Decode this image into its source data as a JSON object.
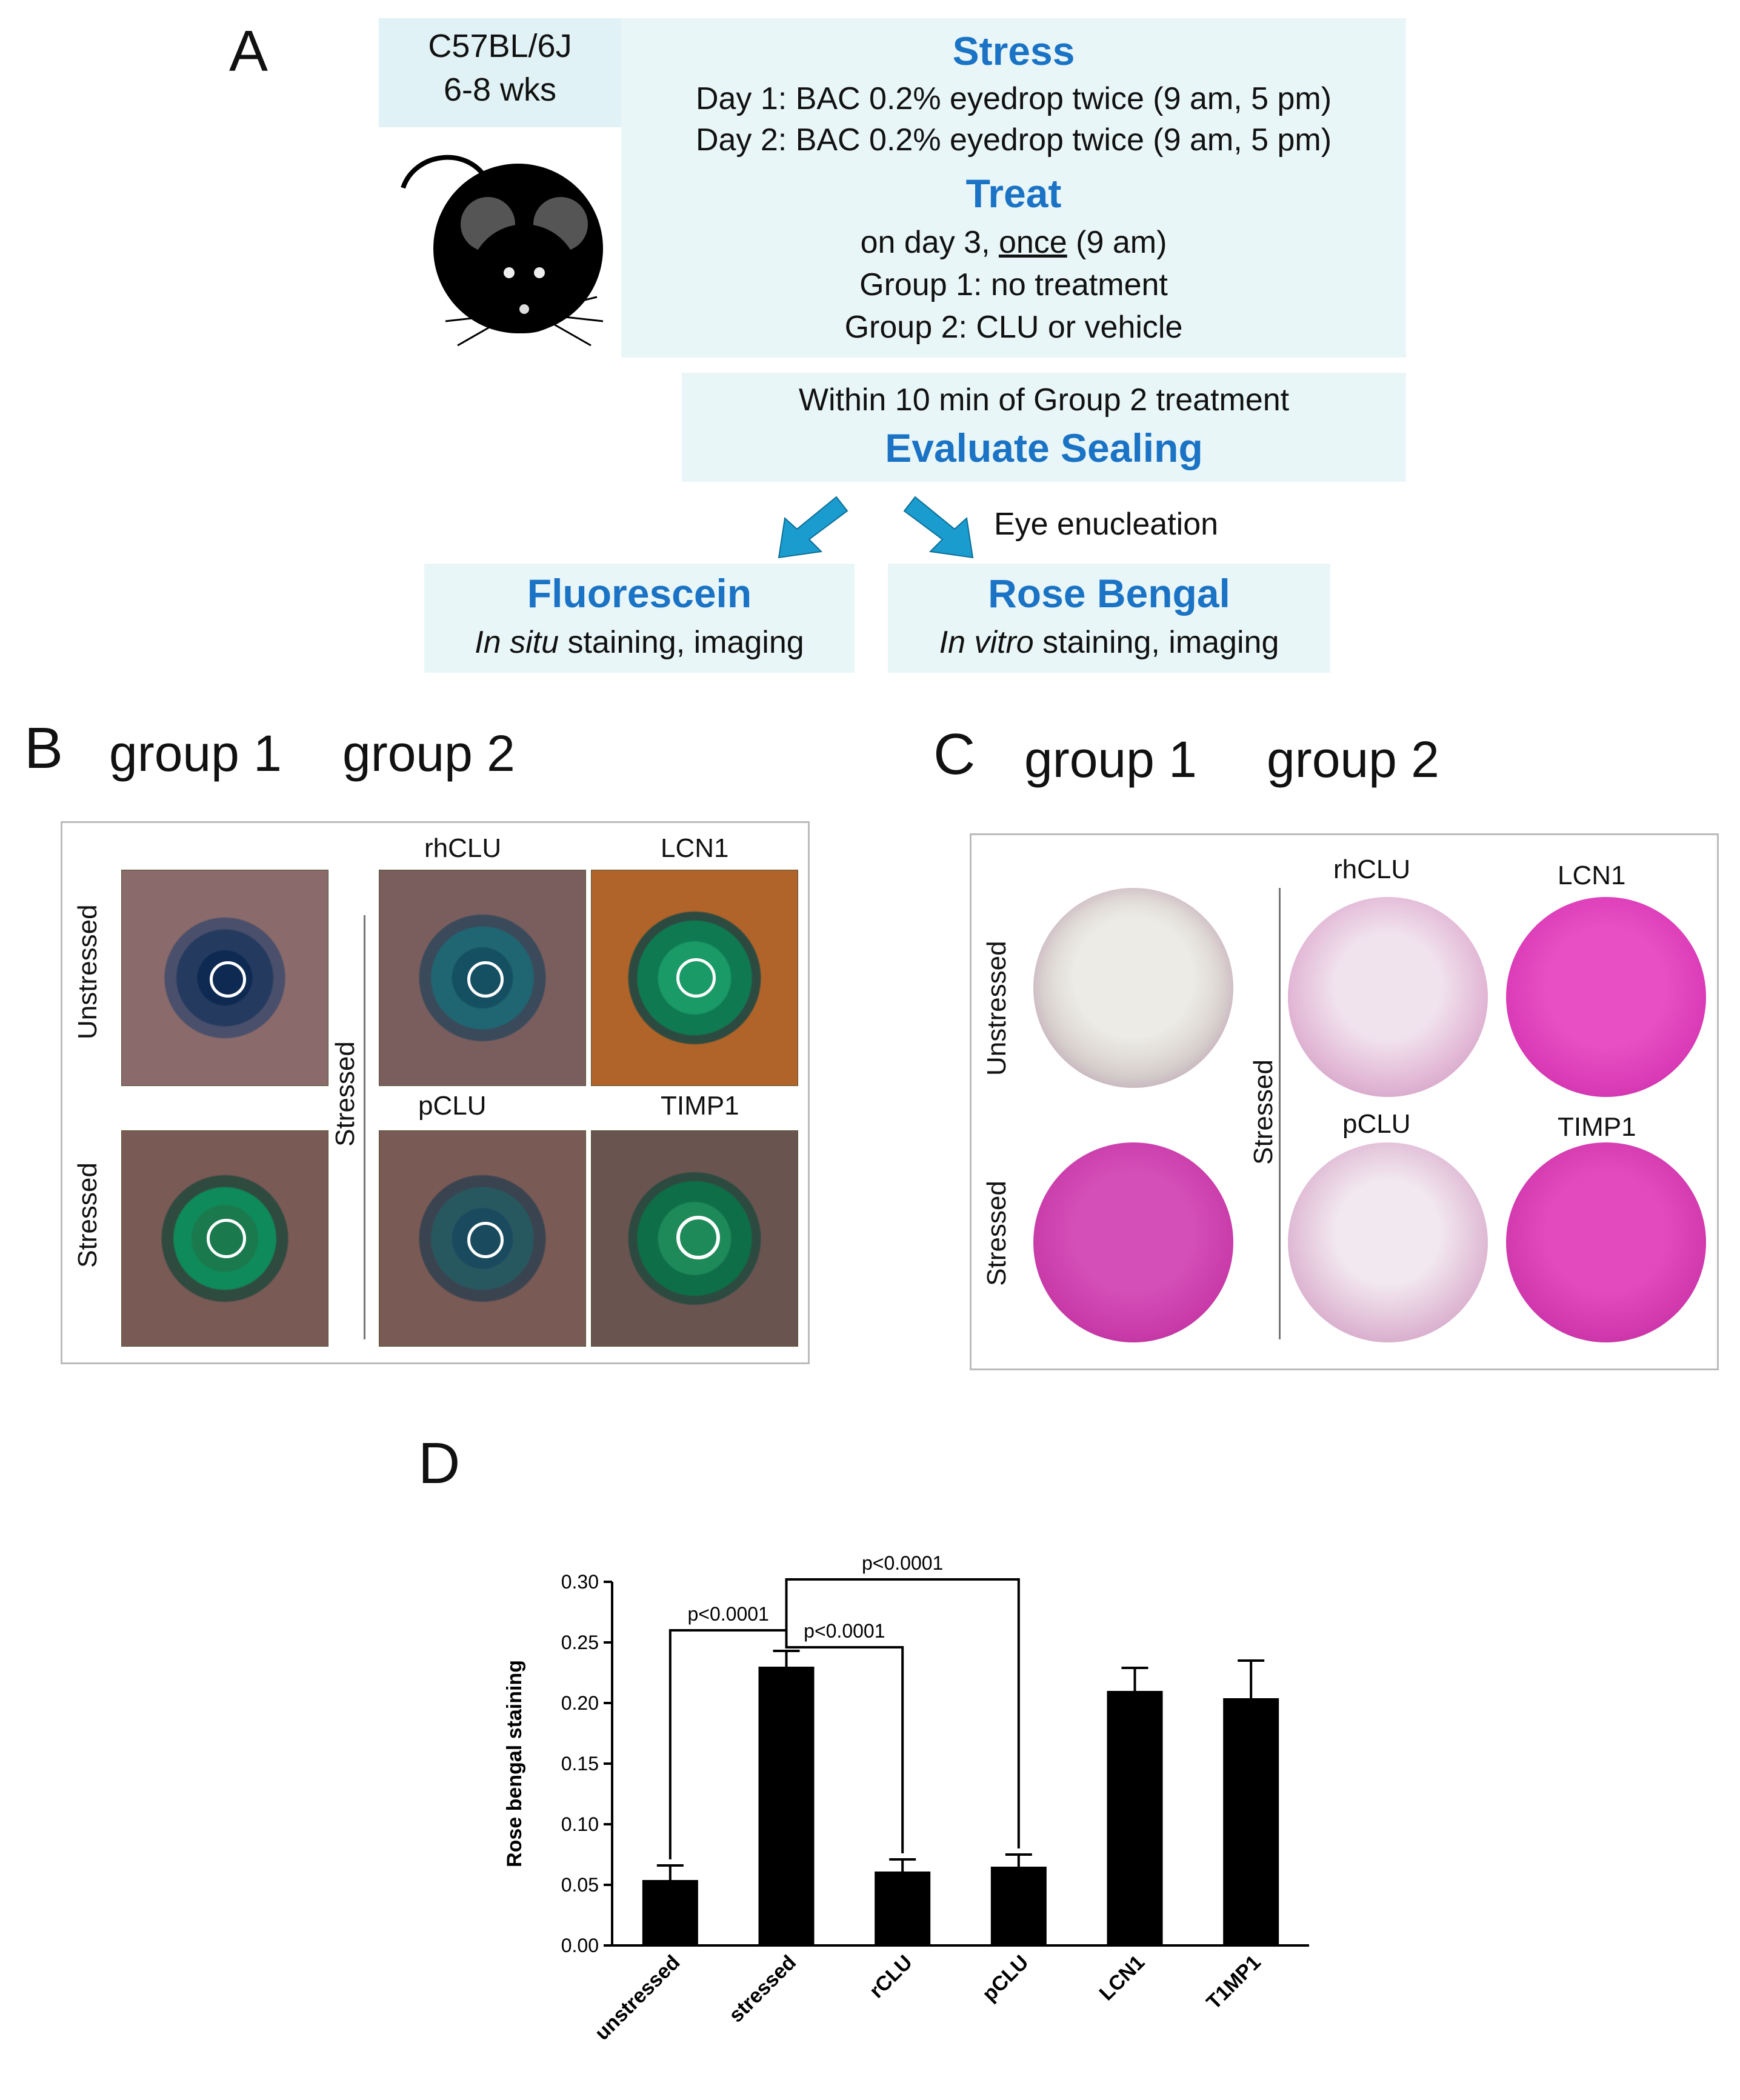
{
  "panelA": {
    "letter": "A",
    "mouse_box": {
      "line1": "C57BL/6J",
      "line2": "6-8 wks"
    },
    "stress": {
      "title": "Stress",
      "day1": "Day 1: BAC 0.2% eyedrop twice (9 am, 5 pm)",
      "day2": "Day 2: BAC 0.2% eyedrop twice (9 am, 5 pm)"
    },
    "treat": {
      "title": "Treat",
      "line1_pre": "on day 3, ",
      "line1_under": "once",
      "line1_post": " (9 am)",
      "group1": "Group 1: no treatment",
      "group2": "Group 2: CLU or vehicle"
    },
    "evaluate": {
      "line1": "Within 10 min of Group 2 treatment",
      "title": "Evaluate Sealing"
    },
    "enucleation": "Eye enucleation",
    "fluorescein": {
      "title": "Fluorescein",
      "italic": "In situ",
      "rest": " staining, imaging"
    },
    "rose": {
      "title": "Rose Bengal",
      "italic": "In vitro",
      "rest": " staining, imaging"
    }
  },
  "panelB": {
    "letter": "B",
    "group1": "group 1",
    "group2": "group 2",
    "row_unstressed": "Unstressed",
    "row_stressed": "Stressed",
    "col_stressed": "Stressed",
    "rhCLU": "rhCLU",
    "LCN1": "LCN1",
    "pCLU": "pCLU",
    "TIMP1": "TIMP1"
  },
  "panelC": {
    "letter": "C",
    "group1": "group 1",
    "group2": "group 2",
    "row_unstressed": "Unstressed",
    "row_stressed": "Stressed",
    "col_stressed": "Stressed",
    "rhCLU": "rhCLU",
    "LCN1": "LCN1",
    "pCLU": "pCLU",
    "TIMP1": "TIMP1"
  },
  "panelD": {
    "letter": "D"
  },
  "chart_data": {
    "type": "bar",
    "categories": [
      "unstressed",
      "stressed",
      "rCLU",
      "pCLU",
      "LCN1",
      "T1MP1"
    ],
    "values": [
      0.054,
      0.23,
      0.061,
      0.065,
      0.21,
      0.204
    ],
    "errors": [
      0.012,
      0.013,
      0.01,
      0.01,
      0.019,
      0.031
    ],
    "ylabel": "Rose bengal staining",
    "ylim": [
      0,
      0.3
    ],
    "yticks": [
      "0.00",
      "0.05",
      "0.10",
      "0.15",
      "0.20",
      "0.25",
      "0.30"
    ],
    "comparisons": [
      {
        "from": 0,
        "to": 1,
        "label": "p<0.0001"
      },
      {
        "from": 1,
        "to": 2,
        "label": "p<0.0001"
      },
      {
        "from": 1,
        "to": 3,
        "label": "p<0.0001"
      }
    ],
    "bar_color": "#000000"
  }
}
